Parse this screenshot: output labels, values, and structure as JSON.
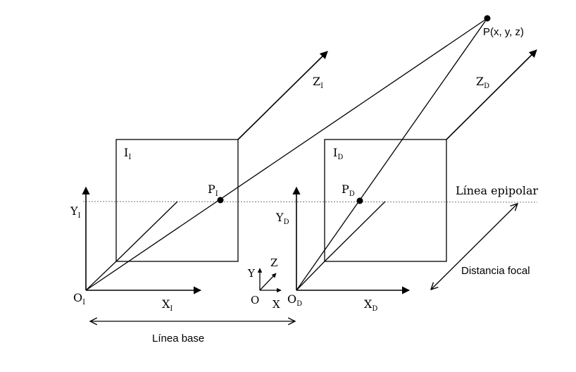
{
  "labels": {
    "point_p": "P(x, y, z)",
    "z_left": "Z",
    "z_left_sub": "I",
    "z_right": "Z",
    "z_right_sub": "D",
    "image_left": "I",
    "image_left_sub": "I",
    "image_right": "I",
    "image_right_sub": "D",
    "p_left": "P",
    "p_left_sub": "I",
    "p_right": "P",
    "p_right_sub": "D",
    "epipolar_line": "Línea epipolar",
    "y_left": "Y",
    "y_left_sub": "I",
    "y_right": "Y",
    "y_right_sub": "D",
    "origin_left": "O",
    "origin_left_sub": "I",
    "x_left": "X",
    "x_left_sub": "I",
    "origin_right": "O",
    "origin_right_sub": "D",
    "x_right": "X",
    "x_right_sub": "D",
    "world_y": "Y",
    "world_z": "Z",
    "world_x": "X",
    "world_o": "O",
    "focal_distance": "Distancia focal",
    "baseline": "Línea base"
  }
}
